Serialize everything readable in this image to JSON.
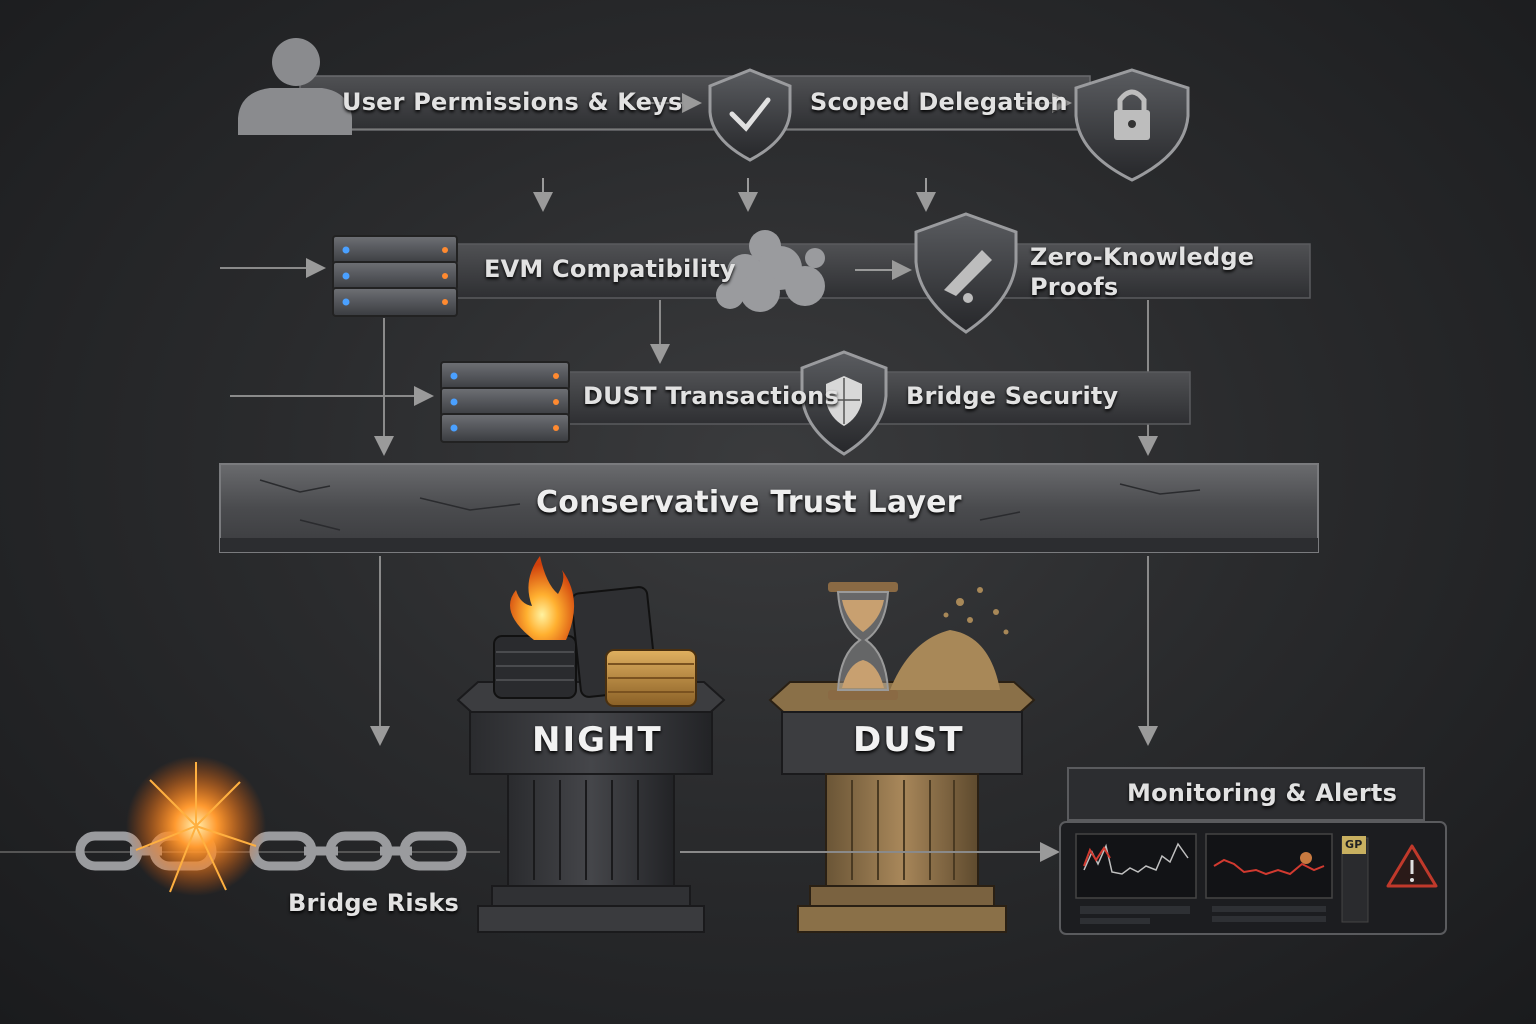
{
  "row1": {
    "user_permissions": "User Permissions & Keys",
    "scoped_delegation": "Scoped Delegation"
  },
  "row2": {
    "evm": "EVM Compatibility",
    "zk_line1": "Zero-Knowledge",
    "zk_line2": "Proofs"
  },
  "row3": {
    "dust_tx": "DUST Transactions",
    "bridge_security": "Bridge Security"
  },
  "trust_layer": "Conservative Trust Layer",
  "pillars": {
    "night": "NIGHT",
    "dust": "DUST"
  },
  "bridge_risks": "Bridge Risks",
  "monitoring": {
    "title": "Monitoring & Alerts",
    "badge": "GP"
  },
  "colors": {
    "background": "#2a2b2d",
    "band": "#3c3d40",
    "text": "#e2e2e2",
    "fire": "#f08020",
    "coin_gold": "#c8963c",
    "sand": "#b08a55",
    "alert_red": "#c0392b"
  },
  "icons": [
    "user-icon",
    "shield-check-icon",
    "shield-lock-icon",
    "server-icon",
    "cloud-icon",
    "shield-zk-icon",
    "shield-bridge-icon",
    "fire-icon",
    "coins-icon",
    "hourglass-icon",
    "chain-icon",
    "warning-icon"
  ]
}
